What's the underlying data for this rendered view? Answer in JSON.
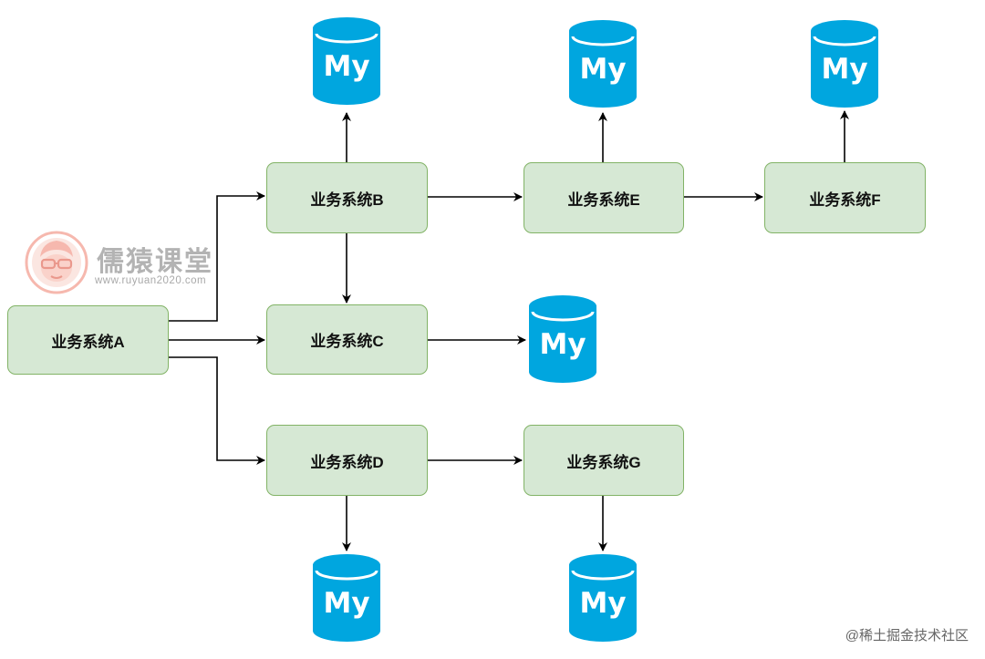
{
  "systems": {
    "A": "业务系统A",
    "B": "业务系统B",
    "C": "业务系统C",
    "D": "业务系统D",
    "E": "业务系统E",
    "F": "业务系统F",
    "G": "业务系统G"
  },
  "database": {
    "label": "My",
    "color": "#00a6df"
  },
  "node_color": {
    "fill": "#d6e8d4",
    "stroke": "#82b366"
  },
  "watermark": {
    "brand": "儒猿课堂",
    "url": "www.ruyuan2020.com",
    "logo_color": "#f4a79a"
  },
  "credit": "@稀土掘金技术社区"
}
